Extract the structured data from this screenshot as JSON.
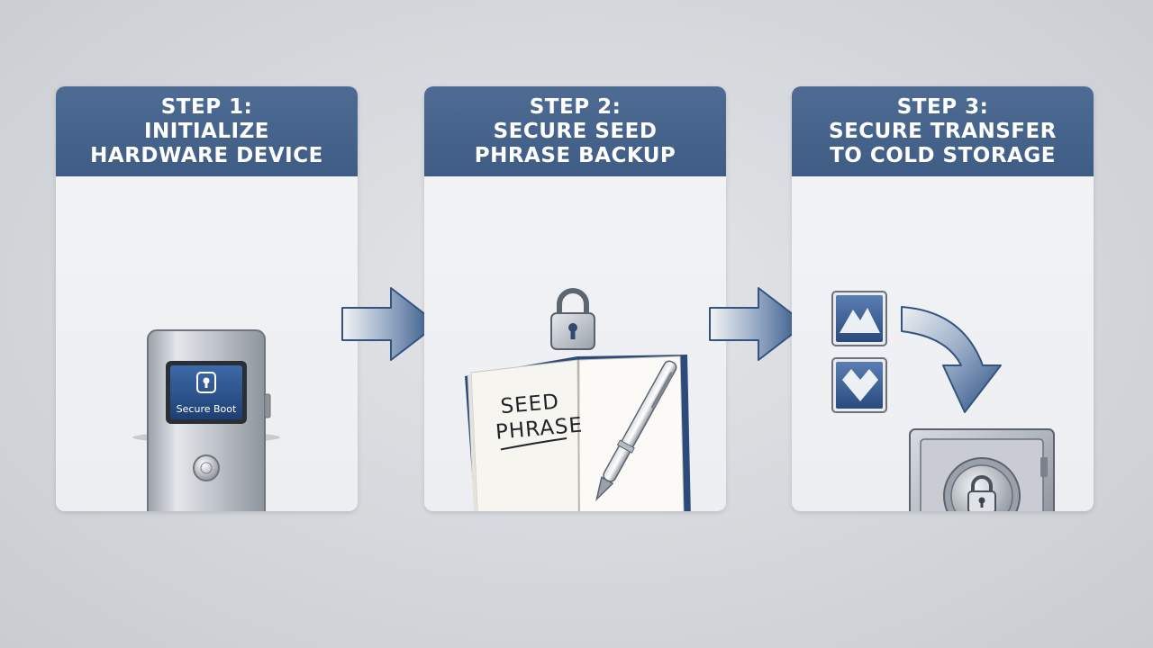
{
  "steps": [
    {
      "title_line1": "STEP 1:",
      "title_line2": "INITIALIZE",
      "title_line3": "HARDWARE DEVICE",
      "illustration": "hardware-wallet-device",
      "screen_text": "Secure Boot"
    },
    {
      "title_line1": "STEP 2:",
      "title_line2": "SECURE SEED",
      "title_line3": "PHRASE BACKUP",
      "illustration": "notebook-with-pen-and-padlock",
      "notebook_line1": "SEED",
      "notebook_line2": "PHRASE"
    },
    {
      "title_line1": "STEP 3:",
      "title_line2": "SECURE TRANSFER",
      "title_line3": "TO COLD STORAGE",
      "illustration": "tokens-into-vault"
    }
  ],
  "colors": {
    "header_blue": "#46648c",
    "panel_bg": "#f0f1f3",
    "background": "#d6d9dc",
    "arrow_blue": "#3f5f8e"
  },
  "icons": [
    "right-arrow-icon",
    "padlock-icon",
    "vault-icon",
    "curved-arrow-icon",
    "pen-icon",
    "notebook-icon"
  ]
}
